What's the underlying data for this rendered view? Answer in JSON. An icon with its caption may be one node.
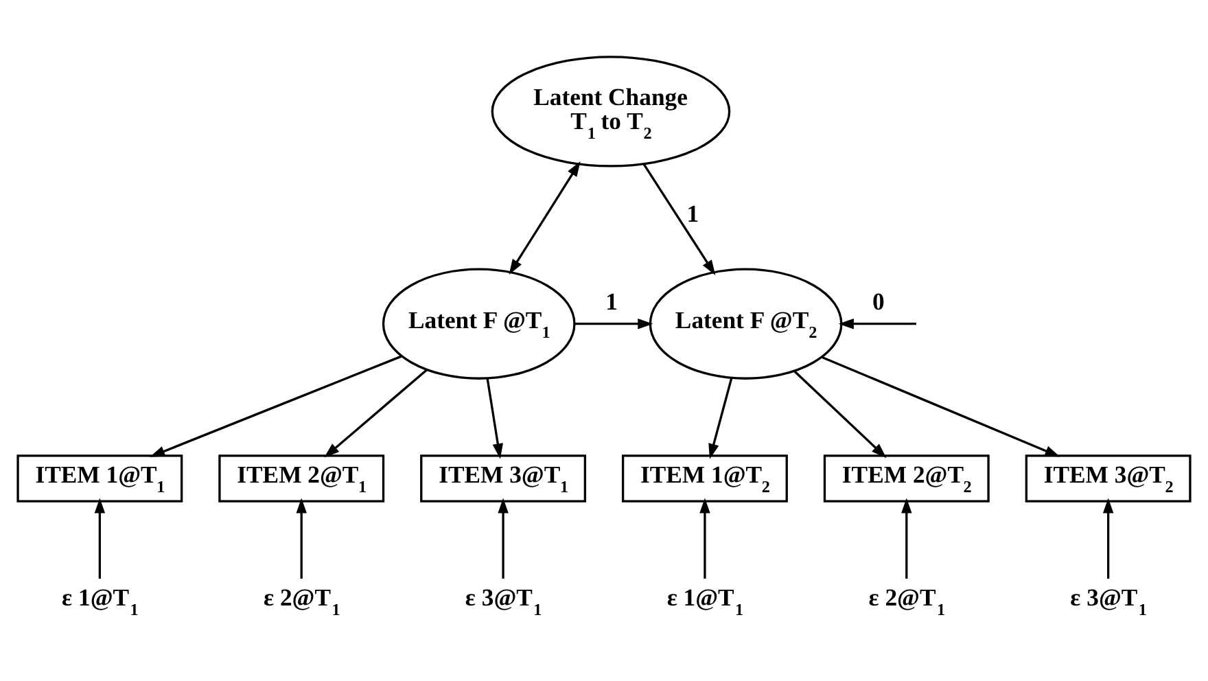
{
  "diagram": {
    "nodes": [
      {
        "text": [
          "Latent Change T$_{1}$ to T$_{2}$"
        ]
      },
      {
        "text": [
          "Latent F @T$_{1}$"
        ]
      },
      {
        "text": [
          "Latent F @T$_{2}$"
        ]
      },
      {
        "text": [
          "ITEM 1@T$_{1}$"
        ]
      },
      {
        "text": [
          "ITEM 2@T$_{1}$"
        ]
      },
      {
        "text": [
          "ITEM 3@T$_{1}$"
        ]
      },
      {
        "text": [
          "ITEM 1@T$_{2}$"
        ]
      },
      {
        "text": [
          "ITEM 2@T$_{2}$"
        ]
      },
      {
        "text": [
          "ITEM 3@T$_{2}$"
        ]
      },
      {
        "text": [
          "ε 1@T$_{1}$"
        ]
      },
      {
        "text": [
          "ε 2@T$_{1}$"
        ]
      },
      {
        "text": [
          "ε 3@T$_{1}$"
        ]
      },
      {
        "text": [
          "ε 1@T$_{1}$"
        ]
      },
      {
        "text": [
          "ε 2@T$_{1}$"
        ]
      },
      {
        "text": [
          "ε 3@T$_{1}$"
        ]
      }
    ],
    "edges": [
      {
        "from": 0,
        "to": 1,
        "arrow": "both"
      },
      {
        "from": 0,
        "to": 2,
        "arrow": "to",
        "label": "1"
      },
      {
        "from": 1,
        "to": 2,
        "arrow": "to",
        "label": "1"
      },
      {
        "from": null,
        "to": 2,
        "arrow": "to",
        "label": "0"
      },
      {
        "from": 1,
        "to": 3,
        "arrow": "to"
      },
      {
        "from": 1,
        "to": 4,
        "arrow": "to"
      },
      {
        "from": 1,
        "to": 5,
        "arrow": "to"
      },
      {
        "from": 2,
        "to": 6,
        "arrow": "to"
      },
      {
        "from": 2,
        "to": 7,
        "arrow": "to"
      },
      {
        "from": 2,
        "to": 8,
        "arrow": "to"
      },
      {
        "from": 9,
        "to": 3,
        "arrow": "to"
      },
      {
        "from": 10,
        "to": 4,
        "arrow": "to"
      },
      {
        "from": 11,
        "to": 5,
        "arrow": "to"
      },
      {
        "from": 12,
        "to": 6,
        "arrow": "to"
      },
      {
        "from": 13,
        "to": 7,
        "arrow": "to"
      },
      {
        "from": 14,
        "to": 8,
        "arrow": "to"
      }
    ]
  }
}
